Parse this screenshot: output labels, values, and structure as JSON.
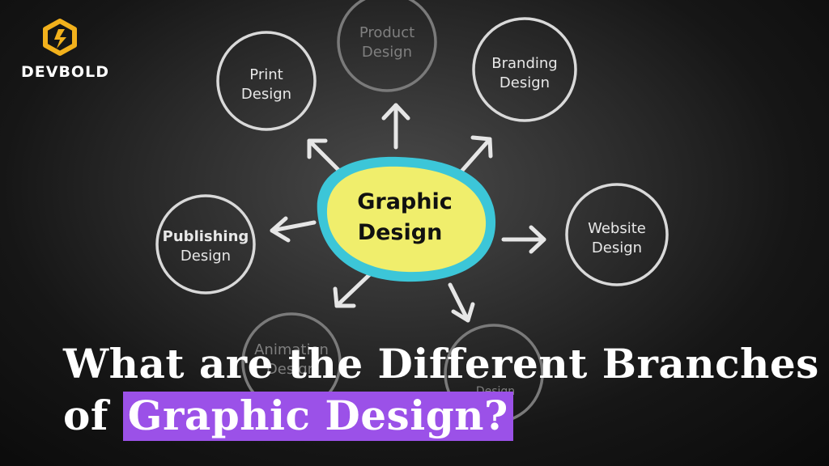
{
  "brand": {
    "name": "DEVBOLD",
    "accent_color": "#f2b11c"
  },
  "diagram": {
    "center": {
      "line1": "Graphic",
      "line2": "Design",
      "fill_color": "#f0ee6c",
      "outline_color": "#3cc6d8"
    },
    "nodes": [
      {
        "id": "print",
        "line1": "Print",
        "line2": "Design"
      },
      {
        "id": "product",
        "line1": "Product",
        "line2": "Design"
      },
      {
        "id": "branding",
        "line1": "Branding",
        "line2": "Design"
      },
      {
        "id": "publishing",
        "line1": "Publishing",
        "line2": "Design"
      },
      {
        "id": "website",
        "line1": "Website",
        "line2": "Design"
      },
      {
        "id": "animation",
        "line1": "Animation",
        "line2": "Design"
      },
      {
        "id": "bottom-right",
        "line1": "",
        "line2": "Design"
      }
    ]
  },
  "headline": {
    "line1": "What are the Different Branches",
    "line2_prefix": "of",
    "line2_highlight": "Graphic Design?",
    "highlight_color": "#9b51e8"
  }
}
